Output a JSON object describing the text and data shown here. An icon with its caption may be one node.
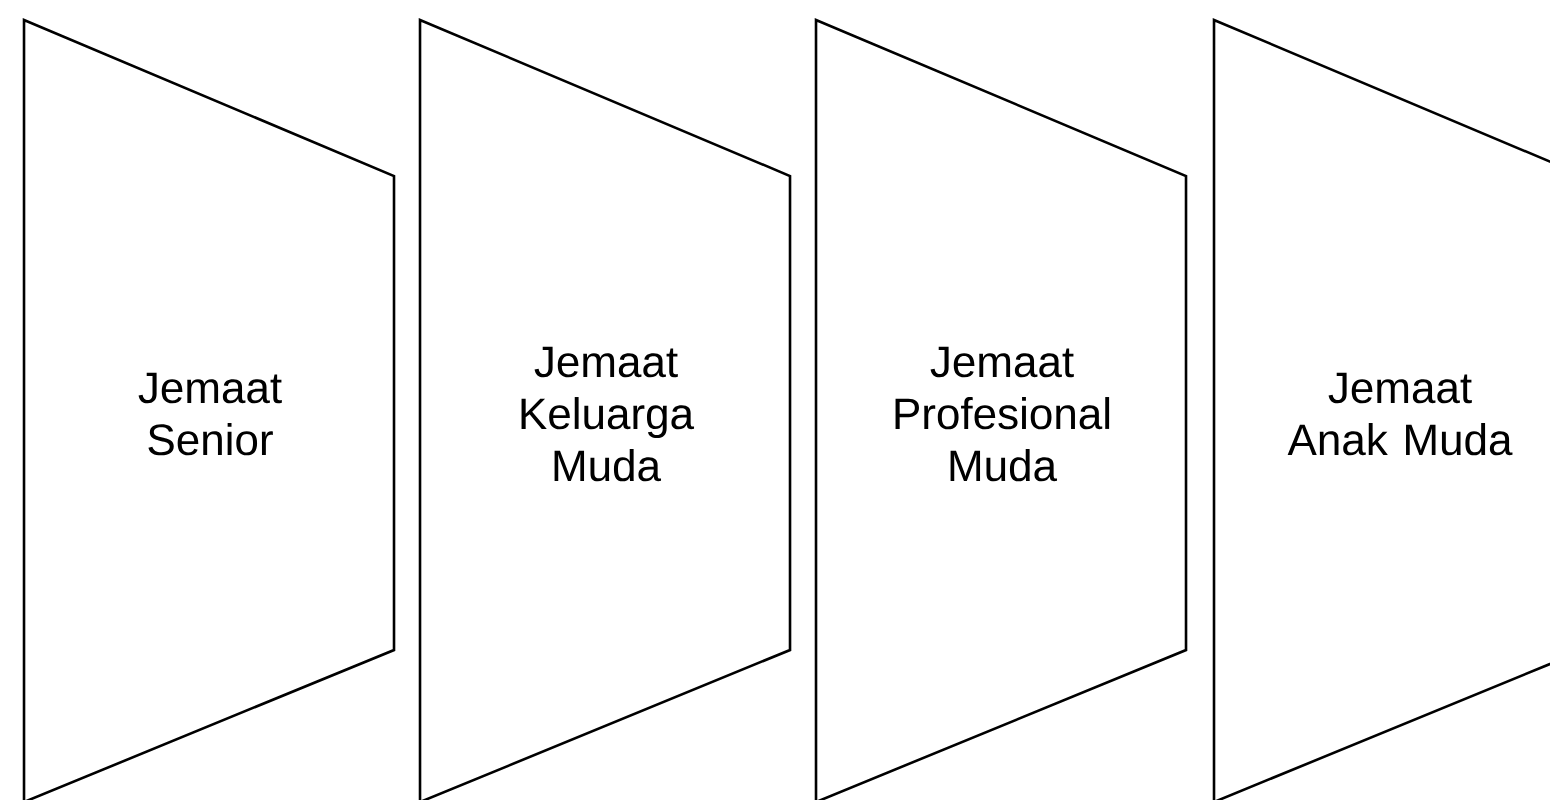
{
  "diagram": {
    "nodes": [
      {
        "text": [
          "Jemaat Senior"
        ]
      },
      {
        "text": [
          "Jemaat Keluarga Muda"
        ]
      },
      {
        "text": [
          "Jemaat Profesional Muda"
        ]
      },
      {
        "text": [
          "Jemaat Anak Muda"
        ]
      }
    ]
  }
}
